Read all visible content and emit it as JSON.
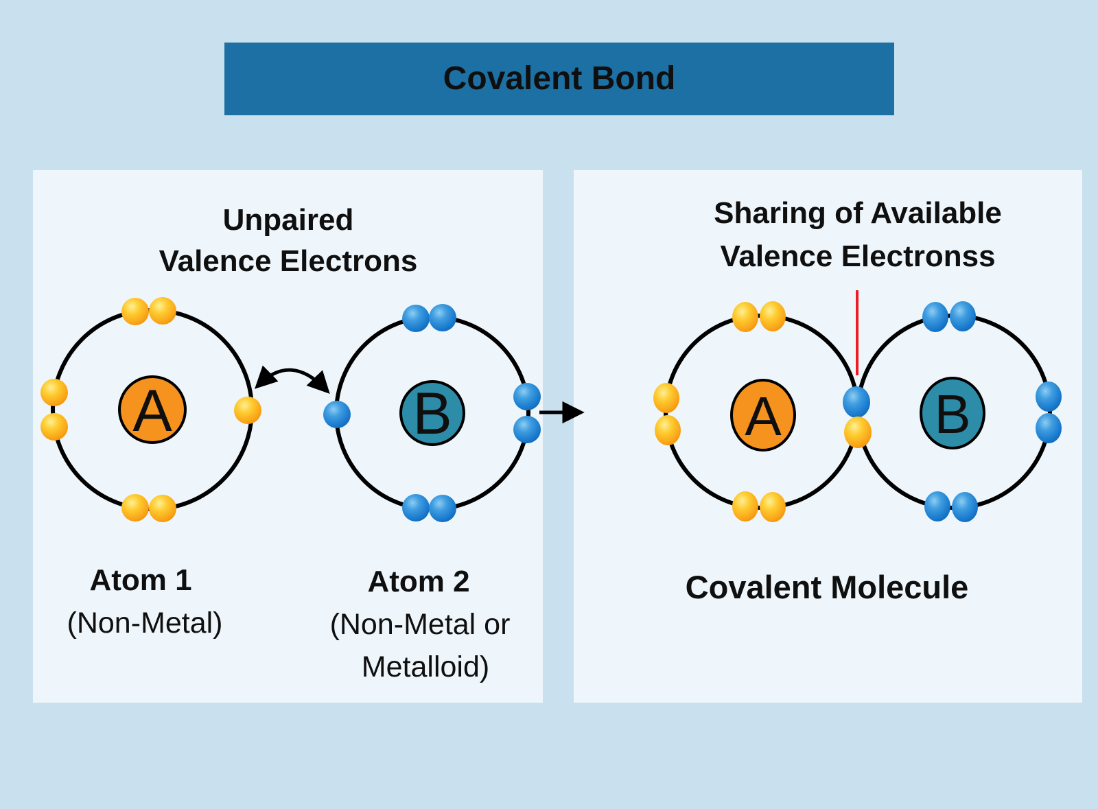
{
  "title": "Covalent Bond",
  "left_panel": {
    "heading_line1": "Unpaired",
    "heading_line2": "Valence Electrons",
    "atom1": {
      "name": "Atom 1",
      "type": "(Non-Metal)"
    },
    "atom2": {
      "name": "Atom 2",
      "type_line1": "(Non-Metal or",
      "type_line2": "Metalloid)"
    }
  },
  "right_panel": {
    "heading_line1": "Sharing of Available",
    "heading_line2": "Valence Electronss",
    "molecule_label": "Covalent Molecule"
  },
  "atoms": {
    "a": {
      "symbol": "A",
      "valence_electrons": 7,
      "nucleus_color": "#f6921e",
      "electron_color": "#fdb515"
    },
    "b": {
      "symbol": "B",
      "valence_electrons": 7,
      "nucleus_color": "#2d8ca8",
      "electron_color": "#1e86d8"
    }
  },
  "molecule": {
    "shared_electrons": 2
  },
  "colors": {
    "background": "#c9e1ee",
    "panel": "#eef6fb",
    "title_bar": "#1d70a4",
    "title_text": "#ffffff",
    "text": "#0f0f0f",
    "ring": "#000000",
    "pointer_line": "#ed1c24"
  }
}
